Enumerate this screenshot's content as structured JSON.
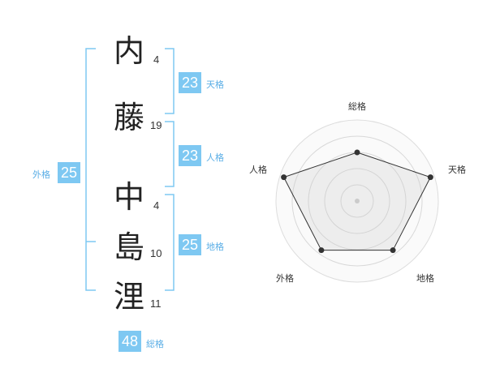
{
  "name": {
    "chars": [
      {
        "char": "内",
        "strokes": "4"
      },
      {
        "char": "藤",
        "strokes": "19"
      },
      {
        "char": "中",
        "strokes": "4"
      },
      {
        "char": "島",
        "strokes": "10"
      },
      {
        "char": "浬",
        "strokes": "11"
      }
    ]
  },
  "fortunes": {
    "tenkaku": {
      "value": "23",
      "label": "天格"
    },
    "jinkaku": {
      "value": "23",
      "label": "人格"
    },
    "chikaku": {
      "value": "25",
      "label": "地格"
    },
    "gaikaku": {
      "value": "25",
      "label": "外格"
    },
    "soukaku": {
      "value": "48",
      "label": "総格"
    }
  },
  "colors": {
    "accent": "#7ec8f2",
    "accent_text": "#5aaee6"
  },
  "chart_data": {
    "type": "radar",
    "axes": [
      "総格",
      "天格",
      "地格",
      "外格",
      "人格"
    ],
    "values": [
      0.6,
      0.95,
      0.75,
      0.75,
      0.95
    ],
    "range": [
      0,
      1
    ]
  }
}
